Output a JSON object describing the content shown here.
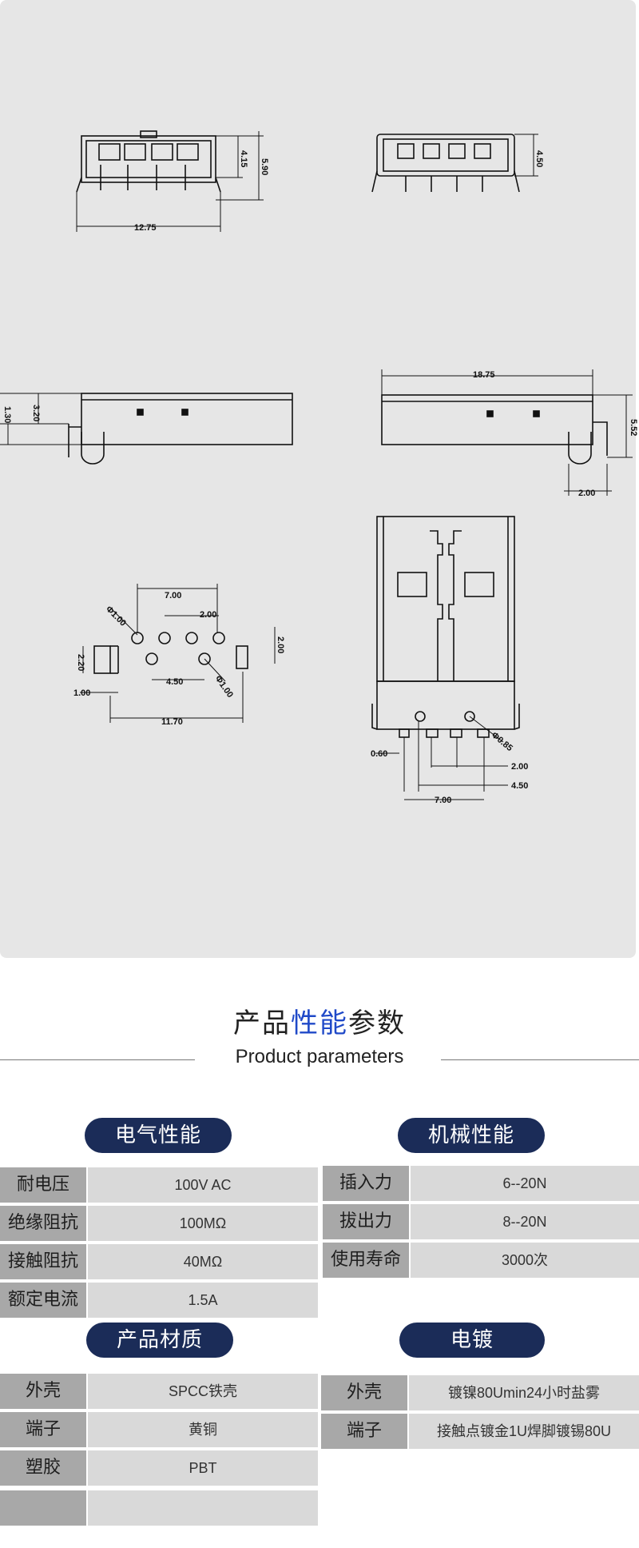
{
  "drawing": {
    "dims": [
      "12.75",
      "4.15",
      "5.90",
      "4.50",
      "1.30",
      "3.20",
      "18.75",
      "5.52",
      "2.00",
      "7.00",
      "2.00",
      "1.00",
      "2.20",
      "4.50",
      "2.00",
      "1.00",
      "1.00",
      "11.70",
      "0.85",
      "0.60",
      "2.00",
      "4.50",
      "7.00"
    ]
  },
  "header": {
    "title_prefix": "产品",
    "title_highlight": "性能",
    "title_suffix": "参数",
    "subtitle": "Product parameters"
  },
  "colors": {
    "accent": "#1f49c8",
    "pill": "#1b2c58",
    "key_bg": "#a8a8a8",
    "val_bg": "#d9d9d9"
  },
  "electrical": {
    "title": "电气性能",
    "rows": [
      {
        "key": "耐电压",
        "value": "100V  AC"
      },
      {
        "key": "绝缘阻抗",
        "value": "100MΩ"
      },
      {
        "key": "接触阻抗",
        "value": "40MΩ"
      },
      {
        "key": "额定电流",
        "value": "1.5A"
      }
    ]
  },
  "mechanical": {
    "title": "机械性能",
    "rows": [
      {
        "key": "插入力",
        "value": "6--20N"
      },
      {
        "key": "拔出力",
        "value": "8--20N"
      },
      {
        "key": "使用寿命",
        "value": "3000次"
      }
    ]
  },
  "material": {
    "title": "产品材质",
    "rows": [
      {
        "key": "外壳",
        "value": "SPCC铁壳"
      },
      {
        "key": "端子",
        "value": "黄铜"
      },
      {
        "key": "塑胶",
        "value": "PBT"
      },
      {
        "key": "",
        "value": ""
      }
    ]
  },
  "plating": {
    "title": "电镀",
    "rows": [
      {
        "key": "外壳",
        "value": "镀镍80Umin24小时盐雾"
      },
      {
        "key": "端子",
        "value": "接触点镀金1U焊脚镀锡80U"
      }
    ]
  }
}
